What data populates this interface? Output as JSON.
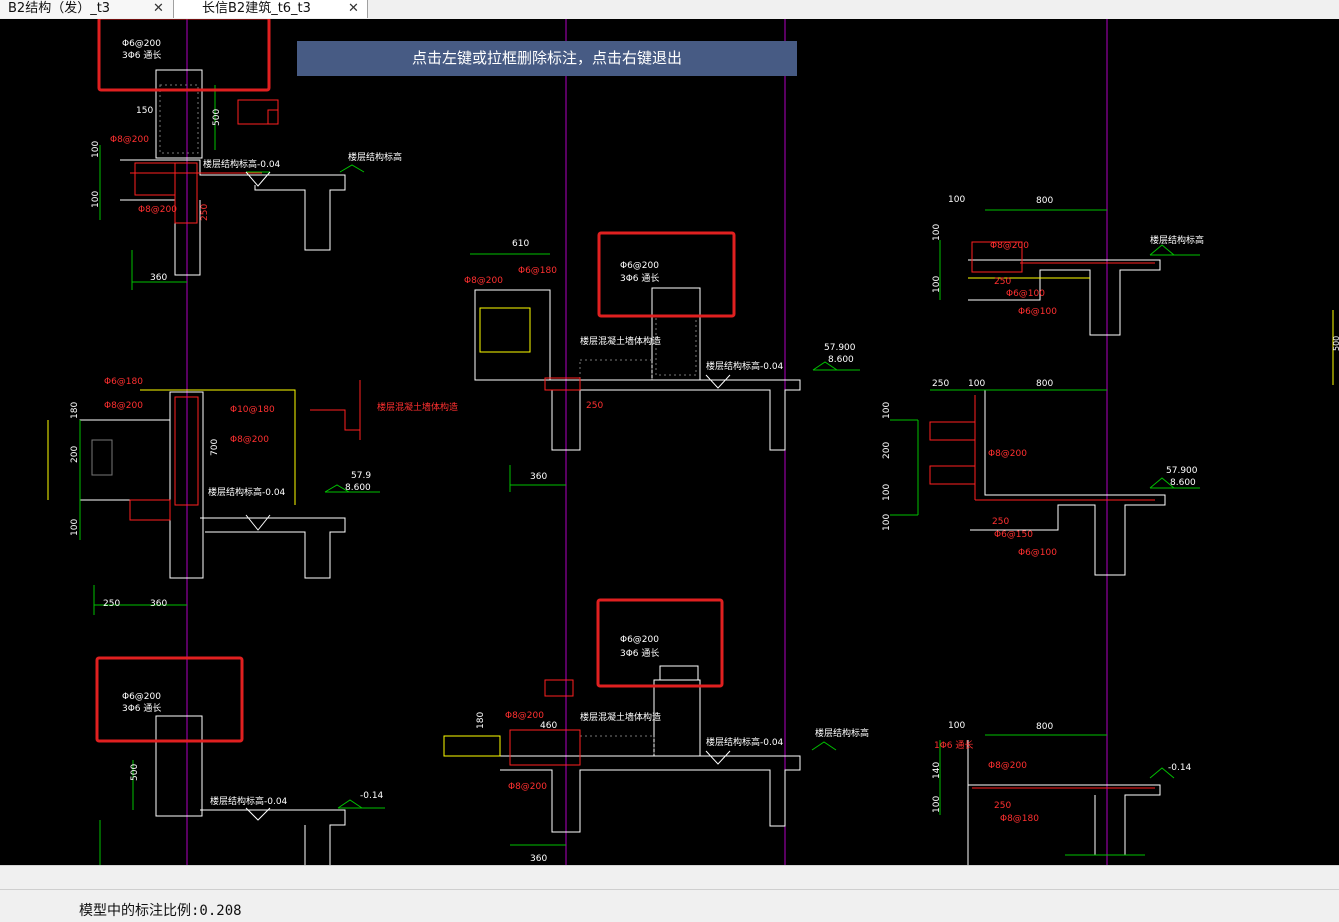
{
  "tabs": [
    {
      "label": "B2结构（发）_t3",
      "close": "✕"
    },
    {
      "label": "长信B2建筑_t6_t3",
      "close": "✕"
    }
  ],
  "prompt": {
    "text": "点击左键或拉框删除标注，点击右键退出"
  },
  "status": {
    "text": "模型中的标注比例:0.208"
  },
  "colors": {
    "highlight": "#e02020",
    "annotation_red": "#ff2020",
    "dim_green": "#00c000",
    "axis_magenta": "#c000c0",
    "white": "#ffffff",
    "yellow": "#ffff00",
    "banner": "#475b84"
  },
  "drawing": {
    "rebar_labels": {
      "phi6_200": "Φ6@200",
      "three_phi6": "3Φ6 通长",
      "phi8_200": "Φ8@200",
      "phi8_180": "Φ8@180",
      "phi6_180": "Φ6@180",
      "phi10_180": "Φ10@180",
      "phi6_150": "Φ6@150",
      "phi6_100": "Φ6@100",
      "one_phi6": "1Φ6 通长"
    },
    "notes": {
      "floor_level": "楼层结构标高-0.04",
      "floor_level_plain": "楼层结构标高",
      "edge_detail": "楼层混凝土墙体构造",
      "minus_014": "-0.14"
    },
    "elevations": {
      "e1_top": "57.900",
      "e1_bottom": "8.600",
      "e2_top": "57.9",
      "e2_bottom": "8.600",
      "e3_top": "57.900",
      "e3_bottom": "8.600"
    },
    "dims": {
      "d150": "150",
      "d100": "100",
      "d360": "360",
      "d500": "500",
      "d250": "250",
      "d610": "610",
      "d800": "800",
      "d200": "200",
      "d180": "180",
      "d700": "700",
      "d140": "140",
      "d460": "460",
      "d360b": "360"
    }
  }
}
